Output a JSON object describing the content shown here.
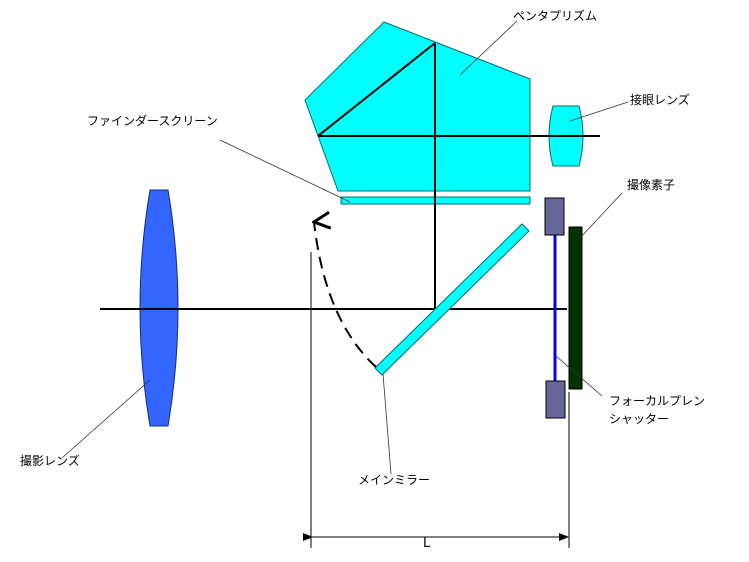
{
  "labels": {
    "pentaprism": "ペンタプリズム",
    "eyepiece": "接眼レンズ",
    "finder_screen": "ファインダースクリーン",
    "image_sensor": "撮像素子",
    "shutter_line1": "フォーカルプレン",
    "shutter_line2": "シャッター",
    "taking_lens": "撮影レンズ",
    "main_mirror": "メインミラー",
    "distance": "L"
  },
  "colors": {
    "prism": "#00ffff",
    "lens": "#3366ff",
    "shutter_block": "#666699",
    "shutter_curtain": "#0000ff",
    "sensor": "#003300"
  }
}
